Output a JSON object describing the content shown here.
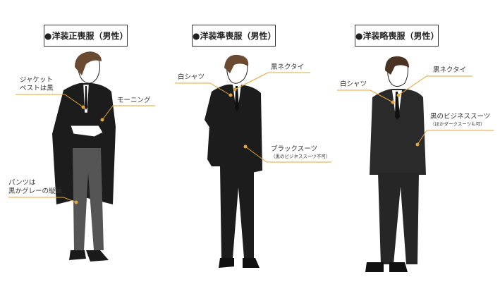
{
  "panels": [
    {
      "title": "●洋装正喪服（男性）",
      "labels": {
        "jacket_line1": "ジャケット",
        "jacket_line2": "ベストは黒",
        "morning": "モーニング",
        "pants_line1": "パンツは",
        "pants_line2": "黒かグレーの縦縞"
      }
    },
    {
      "title": "●洋装準喪服（男性）",
      "labels": {
        "shirt": "白シャツ",
        "tie": "黒ネクタイ",
        "suit": "ブラックスーツ",
        "suit_note": "（黒のビジネススーツ不可）"
      }
    },
    {
      "title": "●洋装略喪服（男性）",
      "labels": {
        "shirt": "白シャツ",
        "tie": "黒ネクタイ",
        "suit": "黒のビジネススーツ",
        "suit_note": "（ほかダークスーツも可）"
      }
    }
  ],
  "colors": {
    "accent": "#e0a63a",
    "suit": "#1c1c1c",
    "pants_gray": "#555555",
    "hair": "#6b4a32"
  }
}
